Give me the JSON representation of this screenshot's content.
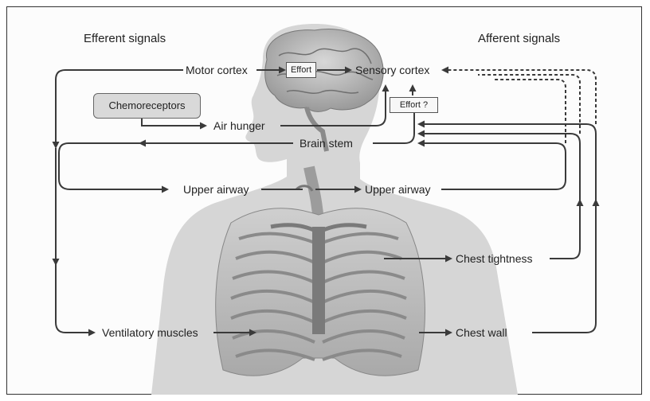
{
  "headers": {
    "efferent": "Efferent signals",
    "afferent": "Afferent signals"
  },
  "labels": {
    "motor_cortex": "Motor cortex",
    "effort": "Effort",
    "sensory_cortex": "Sensory cortex",
    "effort_q": "Effort ?",
    "chemoreceptors": "Chemoreceptors",
    "air_hunger": "Air hunger",
    "brain_stem": "Brain stem",
    "upper_airway_left": "Upper airway",
    "upper_airway_right": "Upper airway",
    "chest_tightness": "Chest tightness",
    "ventilatory_muscles": "Ventilatory muscles",
    "chest_wall": "Chest wall"
  },
  "colors": {
    "arrow": "#3a3a3a",
    "body_silhouette": "#d4d4d4",
    "brain": "#b5b5b5",
    "ribcage": "#bdbdbd"
  }
}
